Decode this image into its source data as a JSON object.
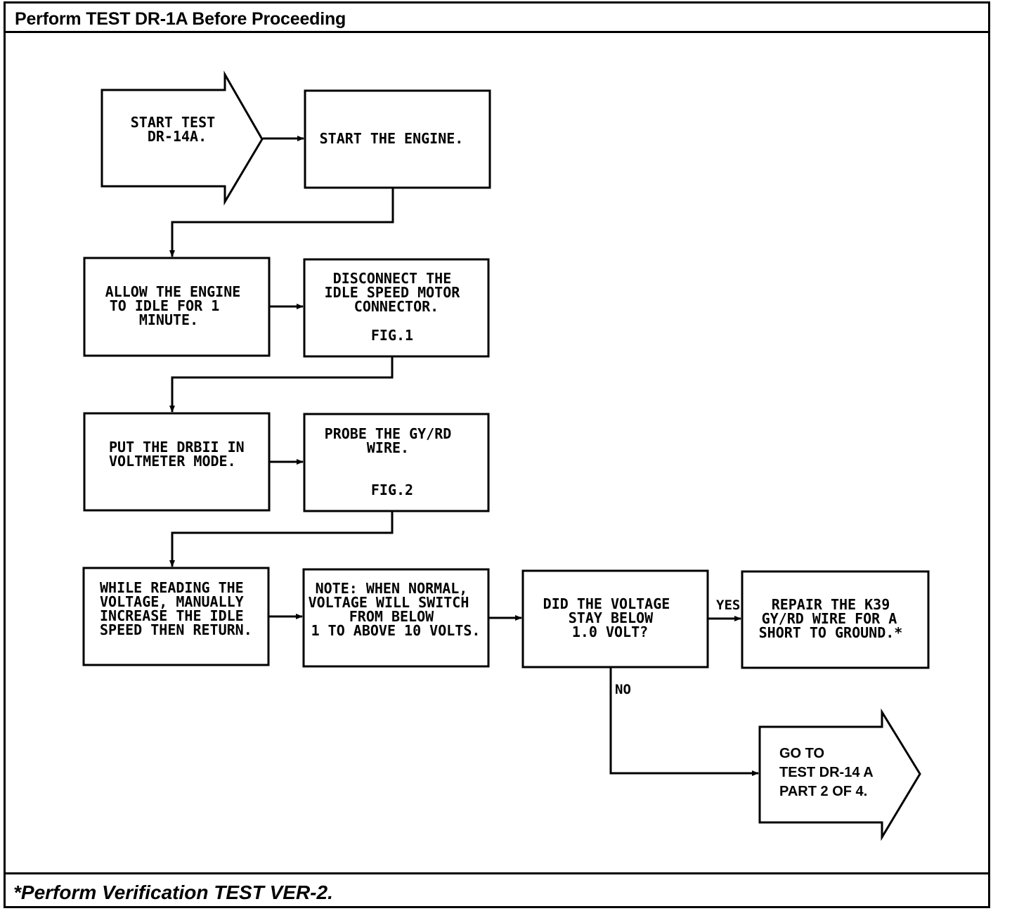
{
  "header": {
    "title": "Perform TEST DR-1A Before Proceeding"
  },
  "footer": {
    "note": "*Perform Verification TEST VER-2."
  },
  "nodes": {
    "start": [
      "START TEST",
      "DR-14A."
    ],
    "start_engine": [
      "START THE ENGINE."
    ],
    "allow_idle": [
      "ALLOW THE ENGINE",
      "TO IDLE FOR 1",
      "MINUTE."
    ],
    "disconnect": [
      "DISCONNECT THE",
      "IDLE SPEED MOTOR",
      "CONNECTOR."
    ],
    "disconnect_fig": "FIG.1",
    "voltmeter": [
      "PUT THE DRBII IN",
      "VOLTMETER MODE."
    ],
    "probe": [
      "PROBE THE GY/RD",
      "WIRE."
    ],
    "probe_fig": "FIG.2",
    "while_reading": [
      "WHILE READING THE",
      "VOLTAGE, MANUALLY",
      "INCREASE THE IDLE",
      "SPEED THEN RETURN."
    ],
    "note": [
      "NOTE: WHEN NORMAL,",
      "VOLTAGE WILL SWITCH",
      "FROM BELOW",
      "1 TO ABOVE 10 VOLTS."
    ],
    "question": [
      "DID THE VOLTAGE",
      "STAY BELOW",
      "1.0 VOLT?"
    ],
    "repair": [
      "REPAIR THE K39",
      "GY/RD WIRE FOR A",
      "SHORT TO GROUND.*"
    ],
    "goto": [
      "GO TO",
      "TEST DR-14 A",
      "PART 2 OF 4."
    ]
  },
  "edges": {
    "yes_label": "YES",
    "no_label": "NO"
  }
}
